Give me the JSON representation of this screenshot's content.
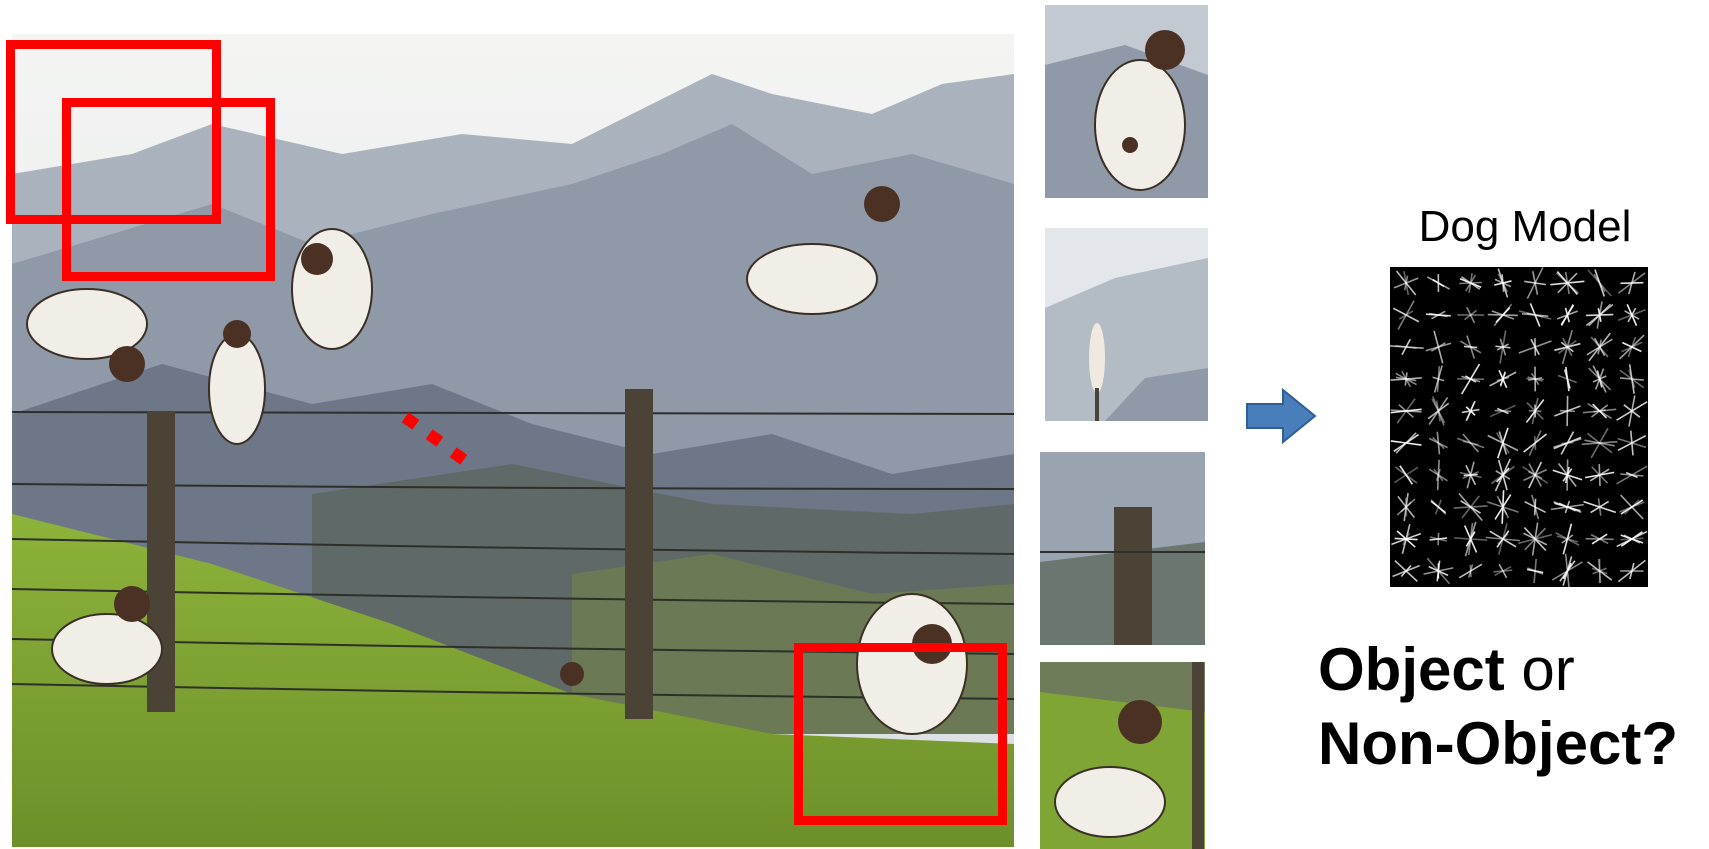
{
  "model": {
    "title": "Dog Model"
  },
  "question": {
    "line1_bold": "Object",
    "line1_rest": " or",
    "line2_bold": "Non-Object?"
  },
  "colors": {
    "window": "#ff0000",
    "arrow": "#4a7ebb",
    "sky": "#e9ecef",
    "mountain": "#8d97a6",
    "grass": "#7fa534"
  },
  "icons": {
    "arrow": "right-arrow-icon"
  }
}
